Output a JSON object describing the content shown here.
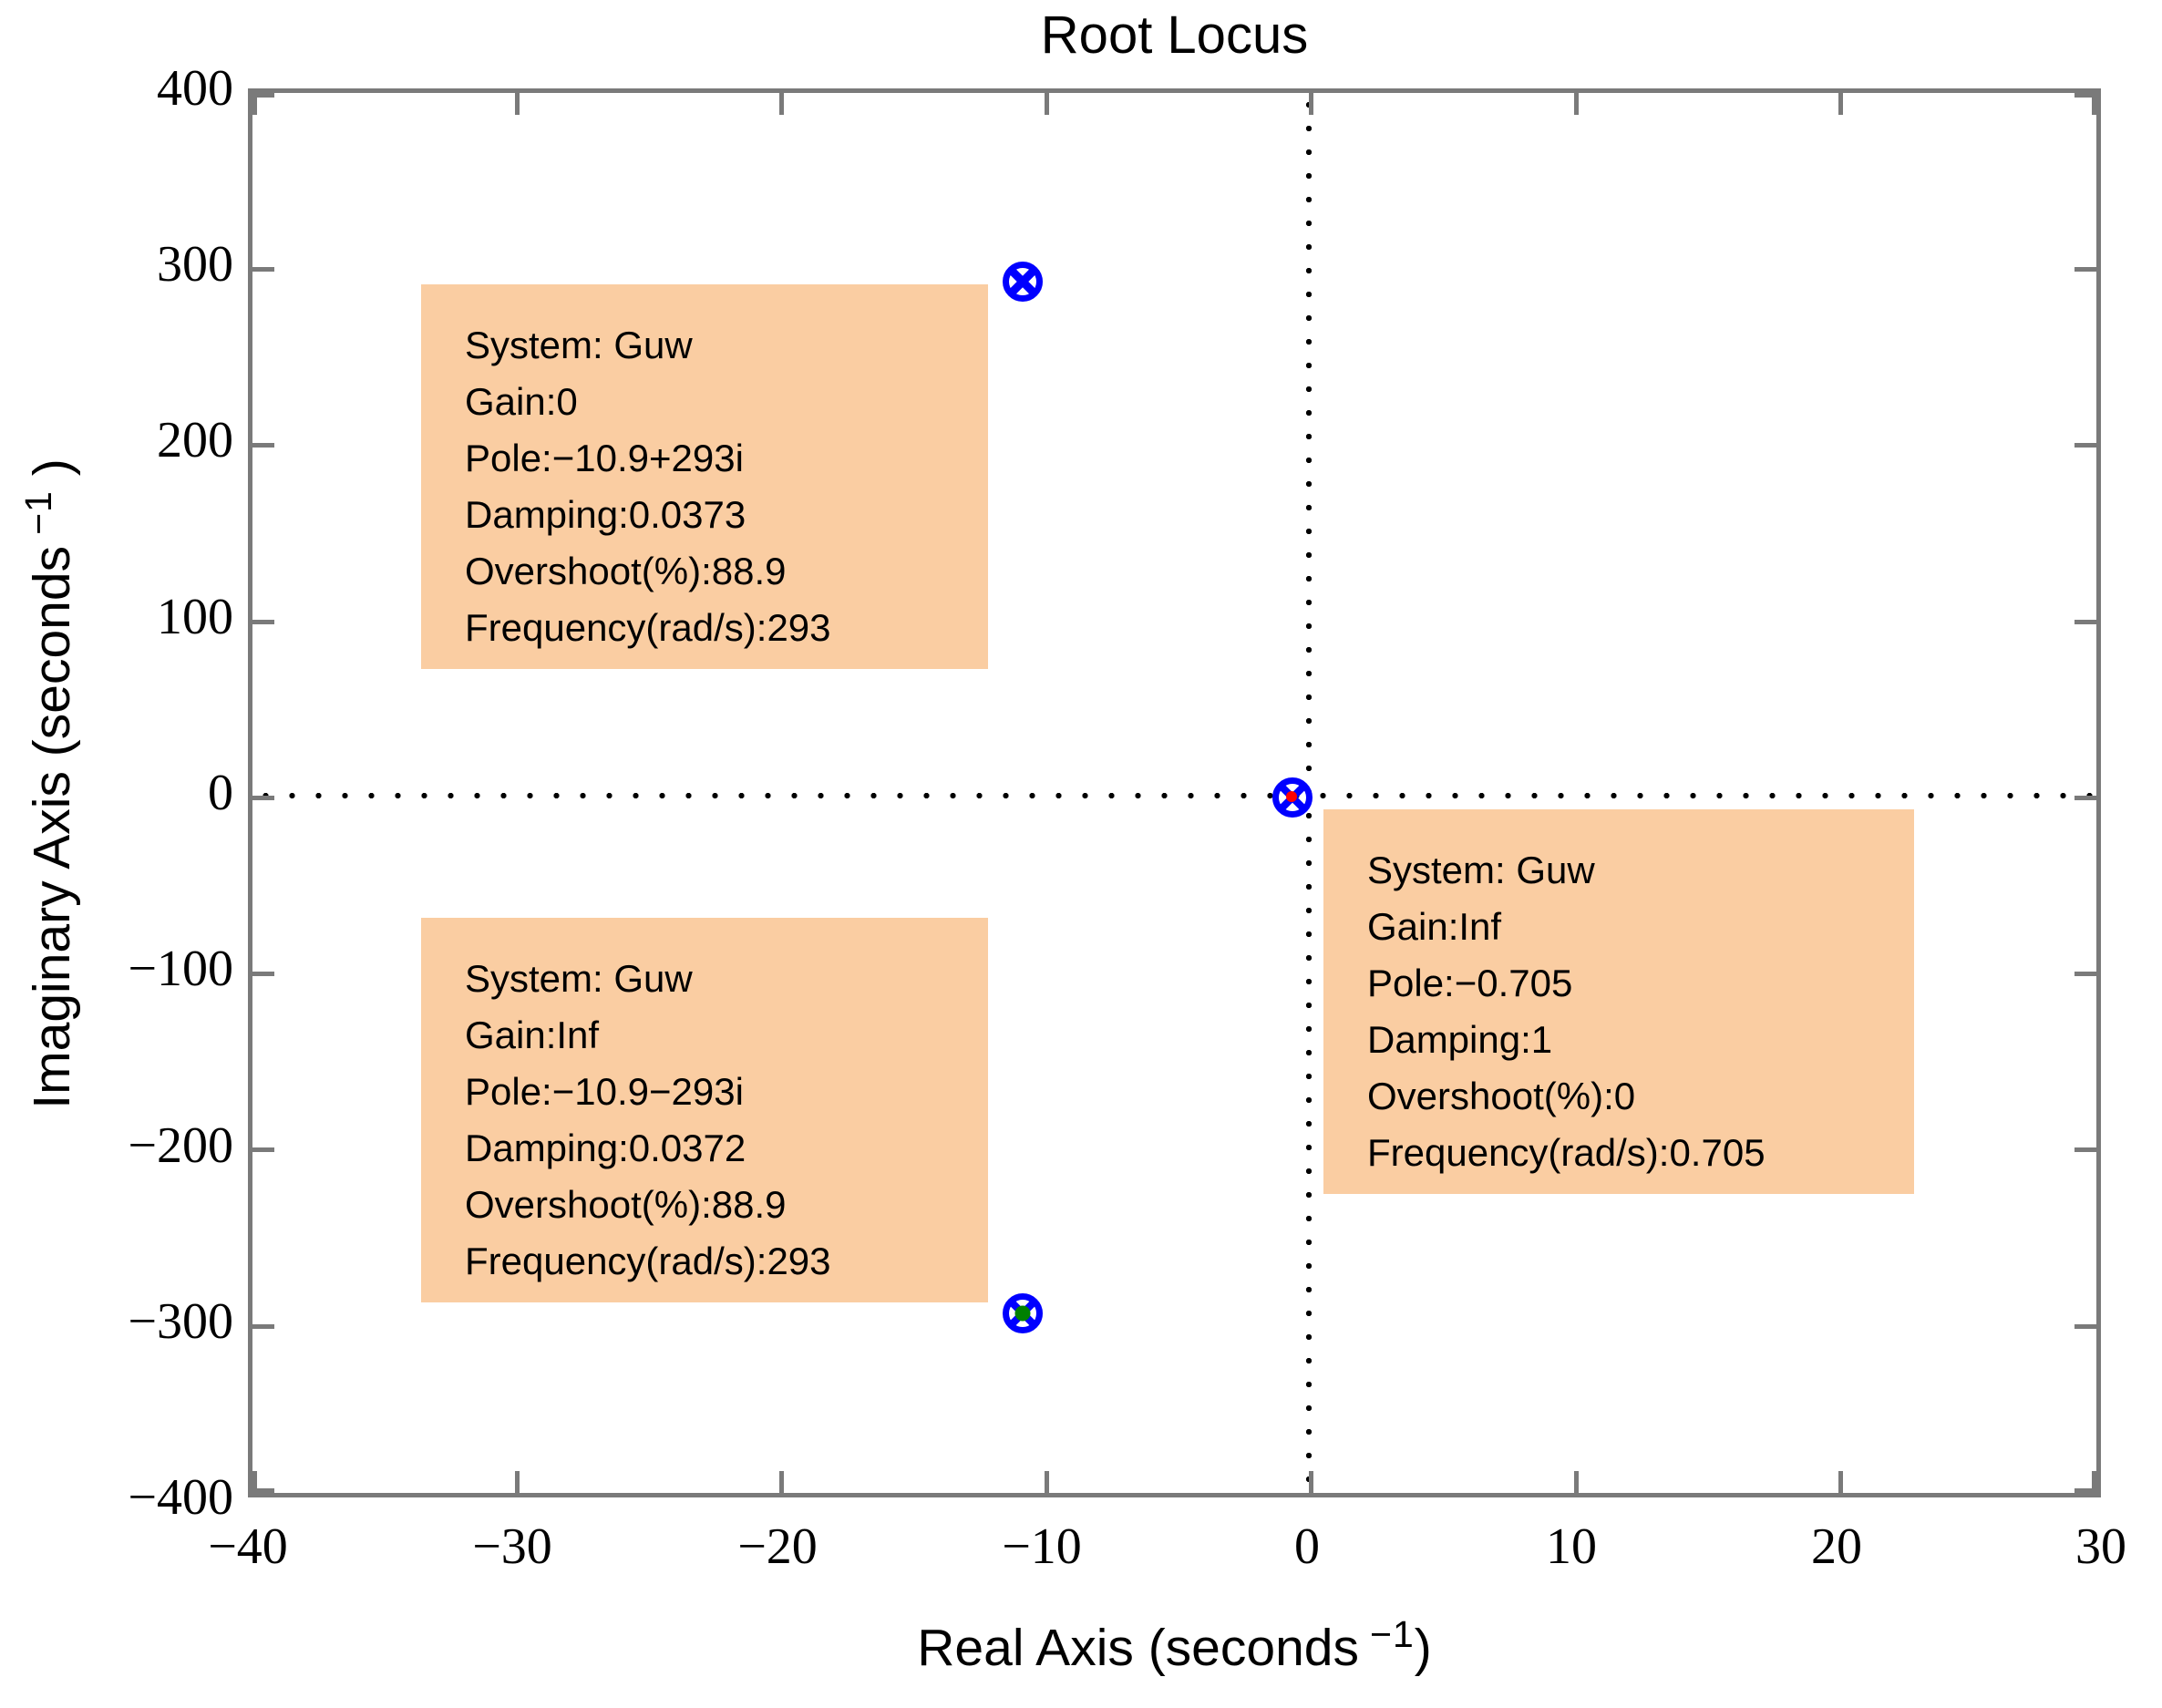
{
  "title": "Root Locus",
  "colors": {
    "pole-blue": "#0000ff",
    "locus-green": "#008000",
    "locus-red": "#ff0000",
    "frame-gray": "#7a7a7a",
    "tip-fill": "#facda2"
  },
  "axes": {
    "x": {
      "label": "Real Axis (seconds",
      "label_sup": "−1",
      "label_suffix": ")",
      "tick_labels": [
        "−40",
        "−30",
        "−20",
        "−10",
        "0",
        "10",
        "20",
        "30"
      ]
    },
    "y": {
      "label": "Imaginary Axis (seconds",
      "label_sup": "−1",
      "label_suffix": " )",
      "tick_labels": [
        "400",
        "300",
        "200",
        "100",
        "0",
        "−100",
        "−200",
        "−300",
        "−400"
      ]
    }
  },
  "chart_data": {
    "type": "scatter",
    "title": "Root Locus",
    "xlabel": "Real Axis (seconds^-1)",
    "ylabel": "Imaginary Axis (seconds^-1)",
    "xlim": [
      -40,
      30
    ],
    "ylim": [
      -400,
      400
    ],
    "x_ticks": [
      -40,
      -30,
      -20,
      -10,
      0,
      10,
      20,
      30
    ],
    "y_ticks": [
      400,
      300,
      200,
      100,
      0,
      -100,
      -200,
      -300,
      -400
    ],
    "grid": false,
    "reference_lines": [
      {
        "orientation": "vertical",
        "value": 0,
        "style": "dotted",
        "color": "#000000"
      },
      {
        "orientation": "horizontal",
        "value": 0,
        "style": "dotted",
        "color": "#000000"
      }
    ],
    "points": [
      {
        "x": -10.9,
        "y": 293,
        "marker": "pole-and-zero-overlapping",
        "color": "#0000ff"
      },
      {
        "x": -10.9,
        "y": -293,
        "marker": "pole-and-zero-overlapping-with-green-locus-dot",
        "color": "#0000ff"
      },
      {
        "x": -0.705,
        "y": 0,
        "marker": "pole-and-zero-overlapping-with-red-locus-dot",
        "color": "#0000ff"
      }
    ],
    "annotations": [
      {
        "x": -10.9,
        "y": 293,
        "lines": [
          "System: Guw",
          "Gain:0",
          "Pole:−10.9+293i",
          "Damping:0.0373",
          "Overshoot(%):88.9",
          "Frequency(rad/s):293"
        ]
      },
      {
        "x": -10.9,
        "y": -293,
        "lines": [
          "System: Guw",
          "Gain:Inf",
          "Pole:−10.9−293i",
          "Damping:0.0372",
          "Overshoot(%):88.9",
          "Frequency(rad/s):293"
        ]
      },
      {
        "x": -0.705,
        "y": 0,
        "lines": [
          "System: Guw",
          "Gain:Inf",
          "Pole:−0.705",
          "Damping:1",
          "Overshoot(%):0",
          "Frequency(rad/s):0.705"
        ]
      }
    ]
  }
}
